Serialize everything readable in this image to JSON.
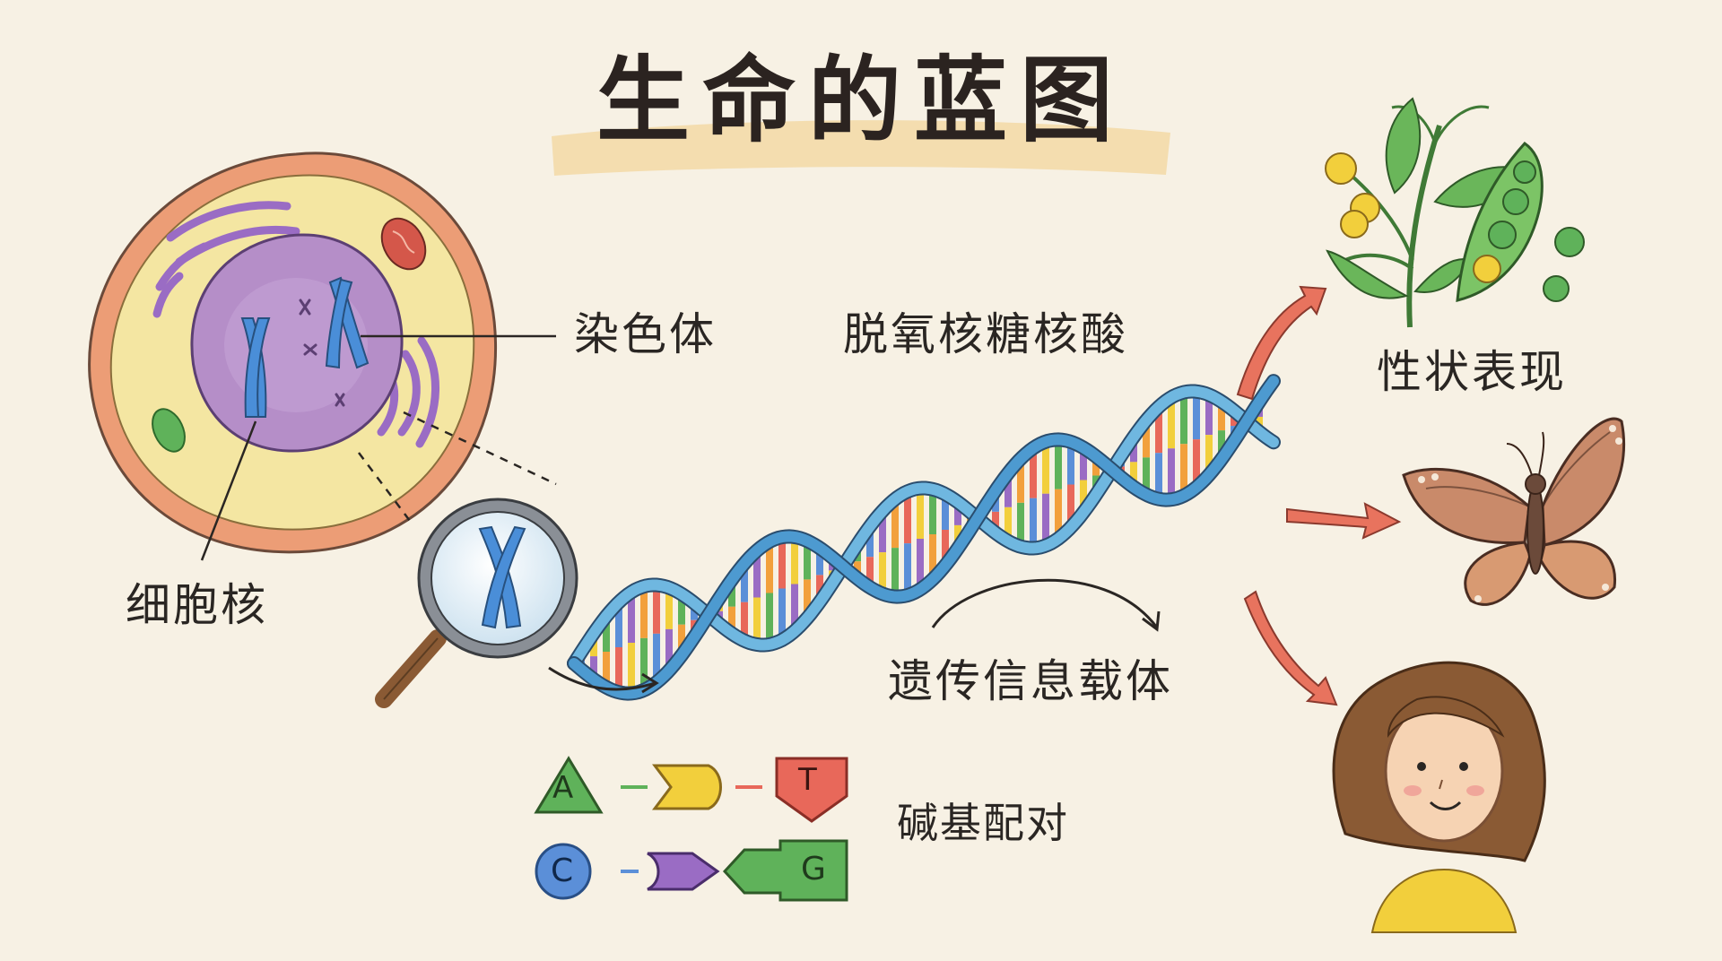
{
  "title": "生命的蓝图",
  "labels": {
    "chromosome": "染色体",
    "nucleus": "细胞核",
    "dna": "脱氧核糖核酸",
    "carrier": "遗传信息载体",
    "trait": "性状表现",
    "base_pairing": "碱基配对"
  },
  "bases": {
    "a": "A",
    "t": "T",
    "c": "C",
    "g": "G"
  },
  "colors": {
    "background": "#f7f1e4",
    "title_highlight": "#f3d9a6",
    "cell_membrane": "#ec9d76",
    "cytoplasm": "#f4e6a2",
    "nucleus": "#b58ec8",
    "chromosome": "#4a8ed8",
    "helix_backbone": "#6fb7e0",
    "arrow": "#e8735e",
    "base_green": "#5fb25a",
    "base_yellow": "#f2cf3c",
    "base_red": "#e8685a",
    "base_blue": "#5b8fd8",
    "base_purple": "#9a6cc4"
  },
  "icons": [
    "magnifier-icon",
    "pea-plant-icon",
    "butterfly-icon",
    "child-face-icon",
    "cell-icon",
    "dna-helix-icon"
  ]
}
